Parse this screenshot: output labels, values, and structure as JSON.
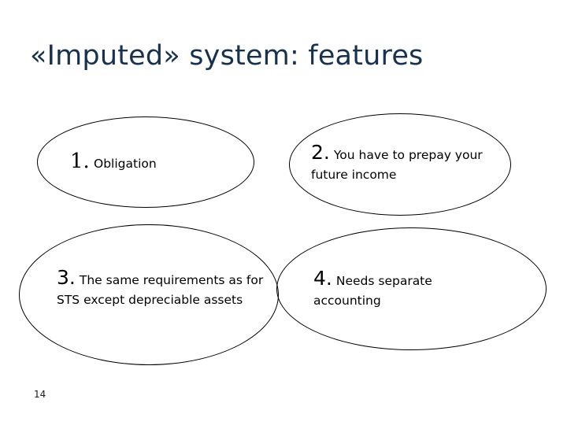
{
  "slide": {
    "title": "«Imputed» system: features",
    "title_color": "#17314f",
    "background_color": "#ffffff",
    "page_number": "14"
  },
  "ovals": [
    {
      "id": "oval-1",
      "number": "1.",
      "text": "Obligation",
      "outline_color": "#000000"
    },
    {
      "id": "oval-2",
      "number": "2.",
      "text": "You have to prepay your future income",
      "outline_color": "#000000"
    },
    {
      "id": "oval-3",
      "number": "3.",
      "text": "The same requirements as for STS except depreciable assets",
      "outline_color": "#000000"
    },
    {
      "id": "oval-4",
      "number": "4.",
      "text": "Needs separate accounting",
      "outline_color": "#000000"
    }
  ]
}
